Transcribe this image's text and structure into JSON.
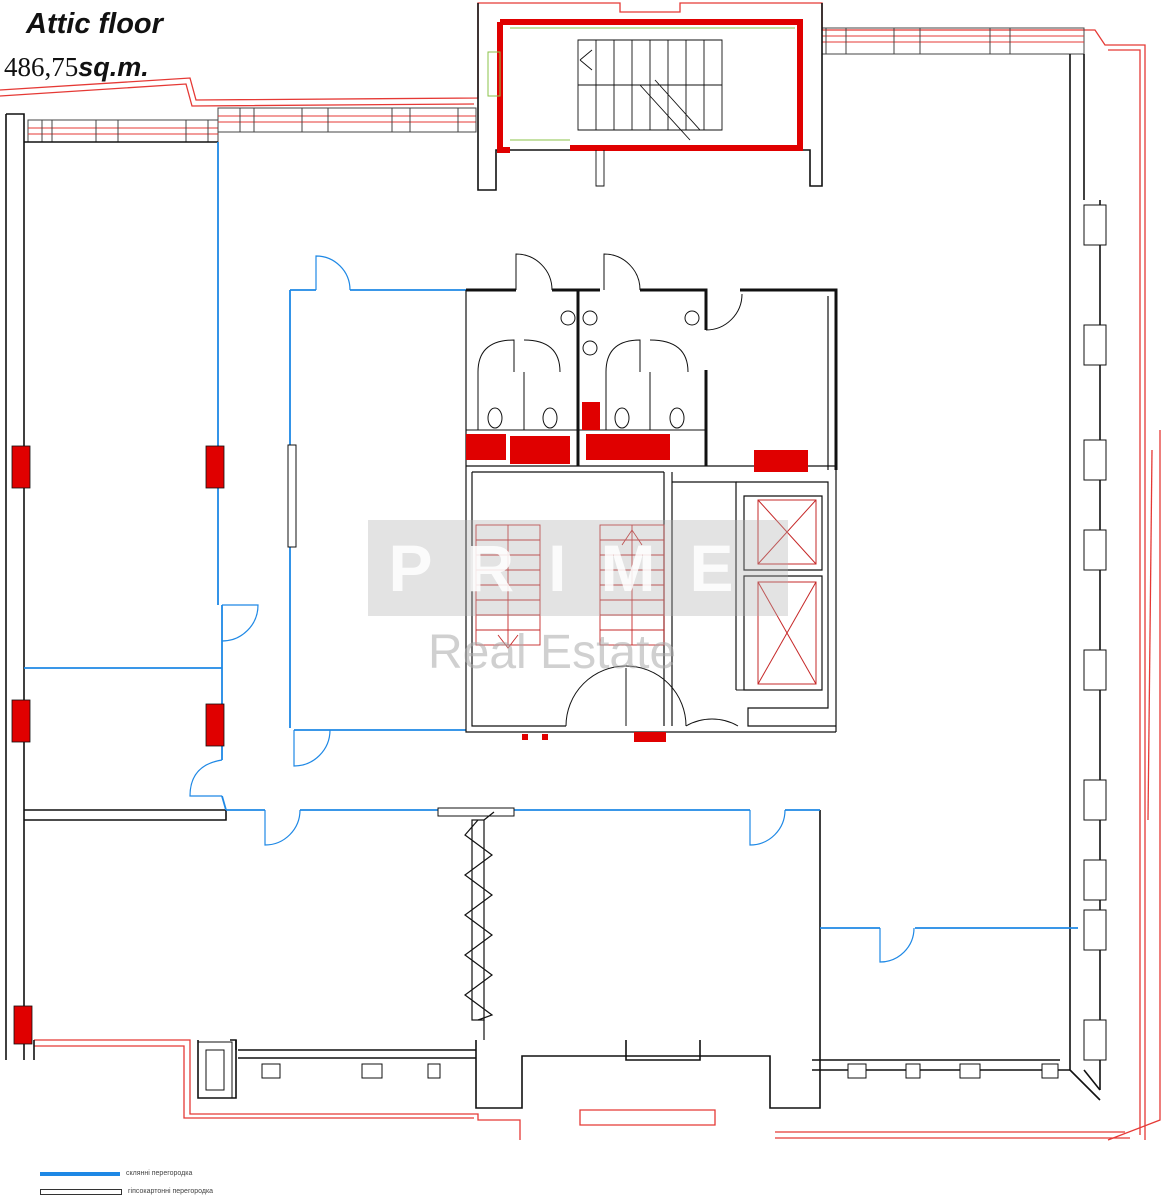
{
  "header": {
    "title": "Attic floor",
    "area_value": "486,75",
    "area_unit": "sq.m."
  },
  "legend": [
    {
      "color": "#1e88e5",
      "label": "склянні перегородка"
    },
    {
      "color": "#333333",
      "label": "гіпсокартонні перегородка"
    }
  ],
  "watermark": {
    "brand": "PRIME",
    "subtitle": "Real Estate"
  },
  "colors": {
    "exterior_outline": "#e53935",
    "structural_wall": "#111111",
    "glass_partition": "#1e88e5",
    "column": "#e00000",
    "stair_line": "#c62828",
    "vent_line": "#8bc34a"
  }
}
